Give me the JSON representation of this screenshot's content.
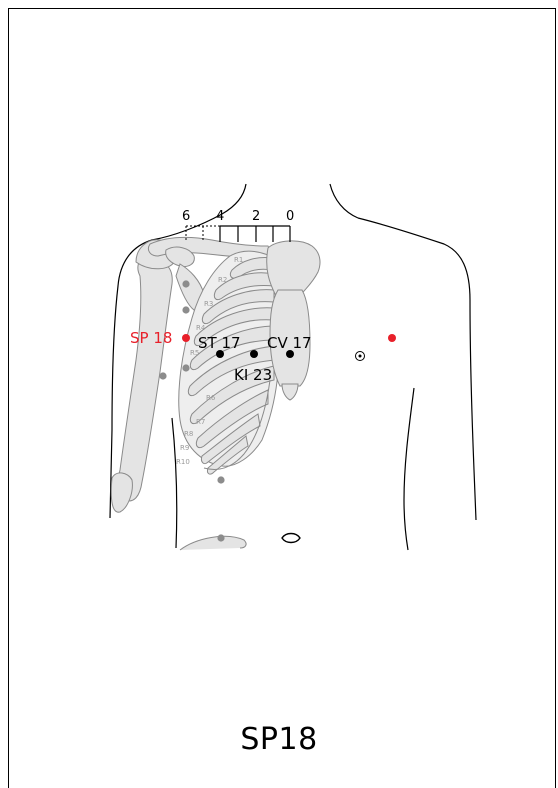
{
  "title": "SP18",
  "colors": {
    "highlight": "#e8202a",
    "reference_point": "#000000",
    "secondary_point": "#8c8c8c",
    "bone_fill": "#e4e4e4",
    "bone_stroke": "#8a8a8a",
    "outline": "#000000"
  },
  "scale": {
    "ticks": [
      "6",
      "4",
      "2",
      "0"
    ]
  },
  "points": {
    "target": "SP 18",
    "st17": "ST 17",
    "cv17": "CV 17",
    "ki23": "KI 23"
  },
  "ribs": [
    "R1",
    "R2",
    "R3",
    "R4",
    "R5",
    "R6",
    "R7",
    "R8",
    "R9",
    "R10"
  ]
}
